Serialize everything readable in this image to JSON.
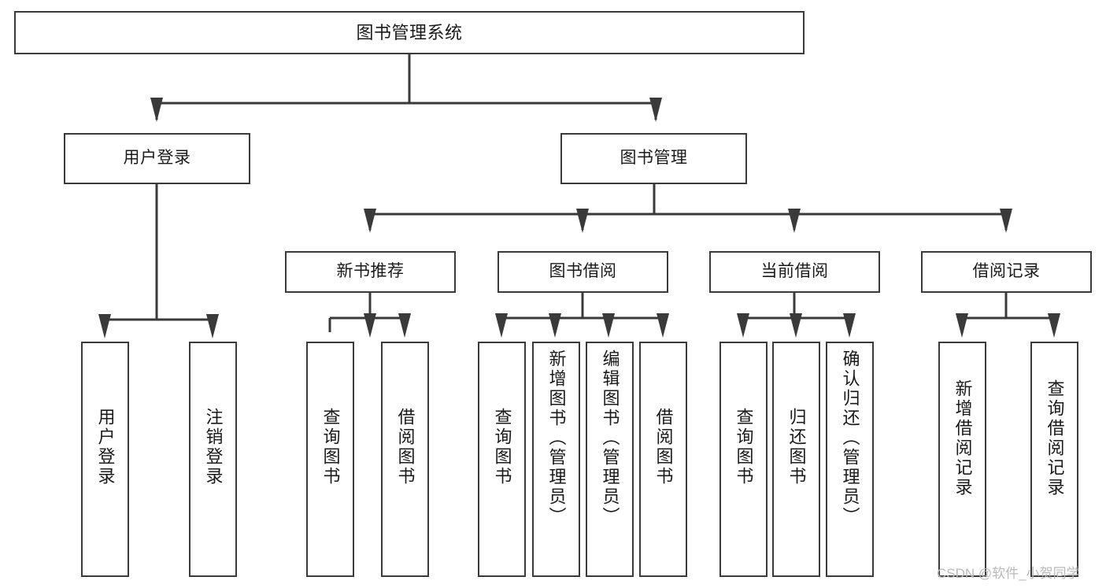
{
  "diagram": {
    "title": "图书管理系统",
    "type": "hierarchy-tree",
    "watermark": "CSDN @软件_小贺同学",
    "colors": {
      "background": "#ffffff",
      "box_border": "#3a3a3a",
      "connector": "#3a3a3a",
      "text": "#1a1a1a",
      "watermark": "#b9b9b9"
    },
    "nodes": {
      "root": {
        "label": "图书管理系统"
      },
      "level2": [
        {
          "label": "用户登录"
        },
        {
          "label": "图书管理"
        }
      ],
      "level3": [
        {
          "label": "新书推荐"
        },
        {
          "label": "图书借阅"
        },
        {
          "label": "当前借阅"
        },
        {
          "label": "借阅记录"
        }
      ],
      "leaves": {
        "user_login": [
          {
            "label": "用户登录"
          },
          {
            "label": "注销登录"
          }
        ],
        "new_book_recommend": [
          {
            "label": "查询图书"
          },
          {
            "label": "借阅图书"
          }
        ],
        "book_borrow": [
          {
            "label": "查询图书"
          },
          {
            "label": "新增图书（管理员）"
          },
          {
            "label": "编辑图书（管理员）"
          },
          {
            "label": "借阅图书"
          }
        ],
        "current_borrow": [
          {
            "label": "查询图书"
          },
          {
            "label": "归还图书"
          },
          {
            "label": "确认归还（管理员）"
          }
        ],
        "borrow_record": [
          {
            "label": "新增借阅记录"
          },
          {
            "label": "查询借阅记录"
          }
        ]
      }
    }
  }
}
